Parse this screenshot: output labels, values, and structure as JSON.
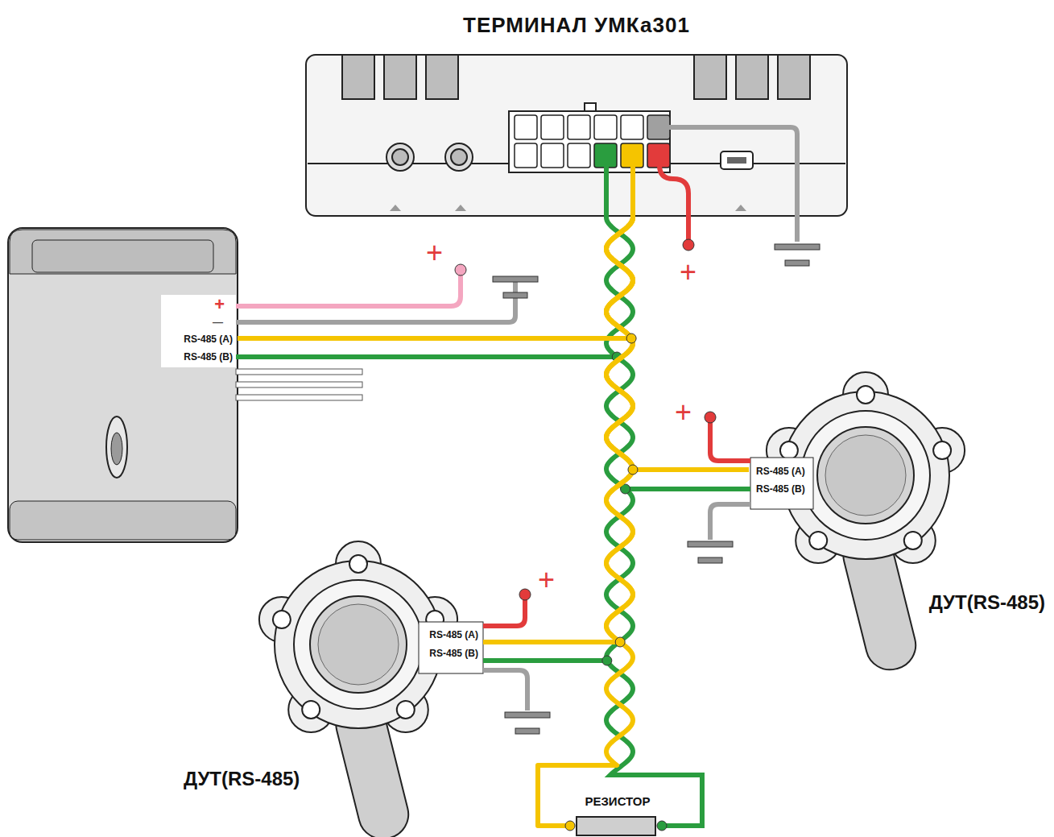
{
  "diagram": {
    "nodes": [
      {
        "text": [
          "ТЕРМИНАЛ УМКа301"
        ]
      },
      {
        "text": [
          "+",
          "—",
          "RS-485 (A)",
          "RS-485 (B)"
        ]
      },
      {
        "text": [
          "RS-485 (A)",
          "RS-485 (B)",
          "ДУТ(RS-485)"
        ]
      },
      {
        "text": [
          "RS-485 (A)",
          "RS-485 (B)",
          "ДУТ(RS-485)"
        ]
      },
      {
        "text": [
          "РЕЗИСТОР"
        ]
      }
    ],
    "edges": [
      {
        "from": 0,
        "to": 1,
        "arrow": "none"
      },
      {
        "from": 0,
        "to": 2,
        "arrow": "none"
      },
      {
        "from": 0,
        "to": 3,
        "arrow": "none"
      },
      {
        "from": 0,
        "to": 4,
        "arrow": "none"
      }
    ],
    "labels": [
      "+",
      "+",
      "+",
      "+"
    ]
  }
}
